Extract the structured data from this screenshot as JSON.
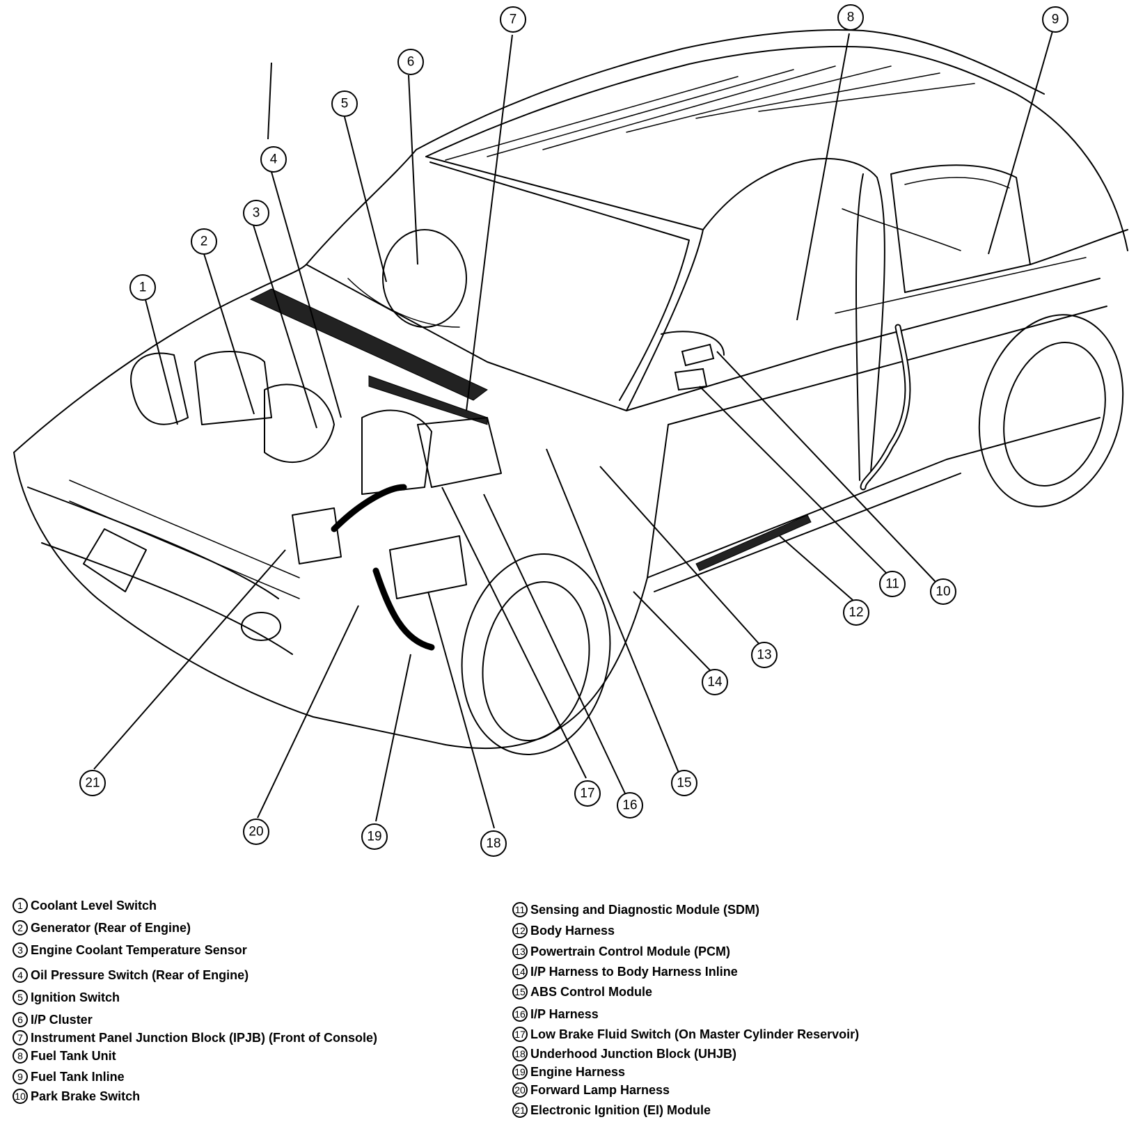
{
  "callouts": [
    "1",
    "2",
    "3",
    "4",
    "5",
    "6",
    "7",
    "8",
    "9",
    "10",
    "11",
    "12",
    "13",
    "14",
    "15",
    "16",
    "17",
    "18",
    "19",
    "20",
    "21"
  ],
  "legend": {
    "left": [
      {
        "num": "1",
        "label": "Coolant Level Switch"
      },
      {
        "num": "2",
        "label": "Generator (Rear of Engine)"
      },
      {
        "num": "3",
        "label": "Engine Coolant Temperature Sensor"
      },
      {
        "num": "4",
        "label": "Oil Pressure Switch (Rear of Engine)"
      },
      {
        "num": "5",
        "label": "Ignition Switch"
      },
      {
        "num": "6",
        "label": "I/P Cluster"
      },
      {
        "num": "7",
        "label": "Instrument Panel Junction Block (IPJB) (Front of Console)"
      },
      {
        "num": "8",
        "label": "Fuel Tank Unit"
      },
      {
        "num": "9",
        "label": "Fuel Tank Inline"
      },
      {
        "num": "10",
        "label": "Park Brake Switch"
      }
    ],
    "right": [
      {
        "num": "11",
        "label": "Sensing and Diagnostic Module (SDM)"
      },
      {
        "num": "12",
        "label": "Body Harness"
      },
      {
        "num": "13",
        "label": "Powertrain Control Module (PCM)"
      },
      {
        "num": "14",
        "label": "I/P Harness to Body Harness Inline"
      },
      {
        "num": "15",
        "label": "ABS Control Module"
      },
      {
        "num": "16",
        "label": "I/P Harness"
      },
      {
        "num": "17",
        "label": "Low Brake Fluid Switch (On Master Cylinder Reservoir)"
      },
      {
        "num": "18",
        "label": "Underhood Junction Block (UHJB)"
      },
      {
        "num": "19",
        "label": "Engine Harness"
      },
      {
        "num": "20",
        "label": "Forward Lamp Harness"
      },
      {
        "num": "21",
        "label": "Electronic Ignition (EI) Module"
      }
    ]
  }
}
